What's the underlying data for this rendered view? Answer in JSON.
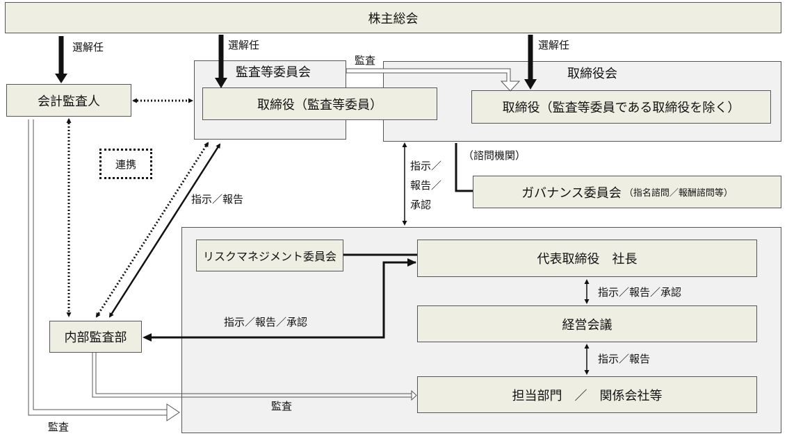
{
  "nodes": {
    "shareholders": "株主総会",
    "auditor": "会計監査人",
    "audit_committee": "監査等委員会",
    "audit_directors": "取締役（監査等委員）",
    "board": "取締役会",
    "directors": "取締役（監査等委員である取締役を除く）",
    "governance": "ガバナンス委員会",
    "governance_note": "（指名諮問／報酬諮問等）",
    "risk": "リスクマネジメント委員会",
    "president": "代表取締役　社長",
    "management": "経営会議",
    "departments": "担当部門　／　関係会社等",
    "internal_audit": "内部監査部",
    "cooperation": "連携"
  },
  "edge_labels": {
    "elect_1": "選解任",
    "elect_2": "選解任",
    "elect_3": "選解任",
    "audit_top": "監査",
    "advisory": "（諮問機関）",
    "instr_board": [
      "指示／",
      "報告／",
      "承認"
    ],
    "instr_report": "指示／報告",
    "instr_report_approve": "指示／報告／承認",
    "instr_ceo_mgmt": "指示／報告／承認",
    "instr_mgmt_dept": "指示／報告",
    "audit_bottom": "監査",
    "audit_left": "監査"
  }
}
